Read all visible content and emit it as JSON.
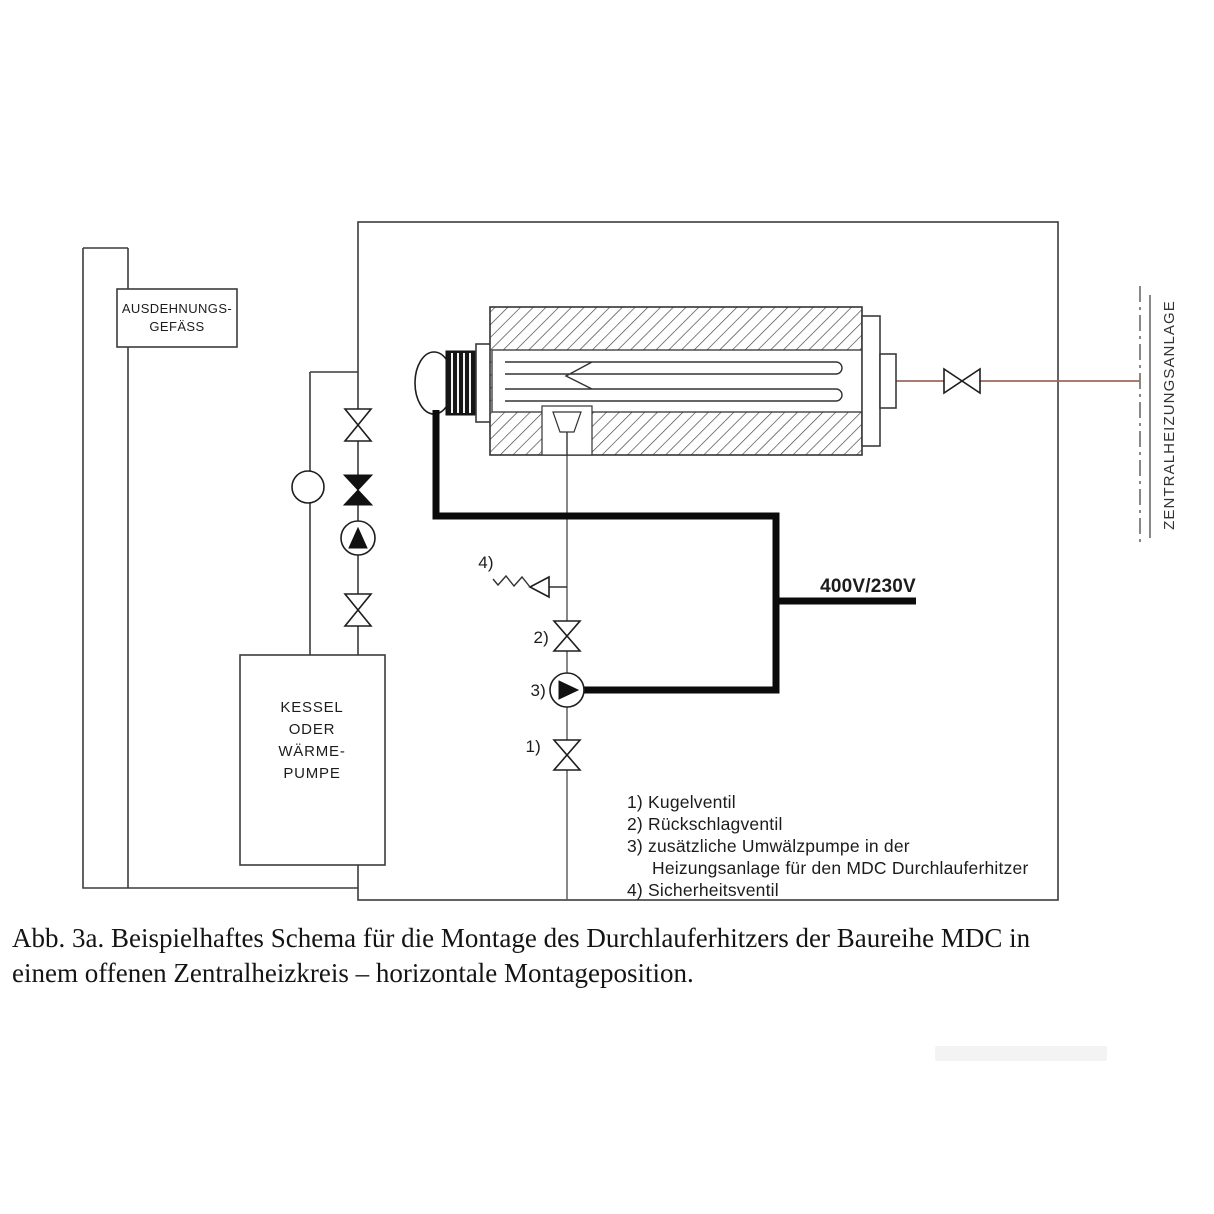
{
  "figure": {
    "caption_line1": "Abb. 3a. Beispielhaftes Schema für die Montage des Durchlauferhitzers der Baureihe MDC in",
    "caption_line2": "einem offenen Zentralheizkreis – horizontale Montageposition."
  },
  "diagram": {
    "expansion_vessel": [
      "AUSDEHNUNGS-",
      "GEFÄSS"
    ],
    "boiler": [
      "KESSEL",
      "ODER",
      "WÄRME-",
      "PUMPE"
    ],
    "central_heating_system": "ZENTRALHEIZUNGSANLAGE",
    "power_label": "400V/230V",
    "callouts": [
      "1)",
      "2)",
      "3)",
      "4)"
    ],
    "legend": [
      "1) Kugelventil",
      "2) Rückschlagventil",
      "3) zusätzliche Umwälzpumpe in der",
      "Heizungsanlage für den MDC Durchlauferhitzer",
      "4) Sicherheitsventil"
    ],
    "colors": {
      "line": "#3c3c3c",
      "outlet_pipe": "#9c6a5c",
      "power_cable": "#0b0b0b"
    }
  }
}
